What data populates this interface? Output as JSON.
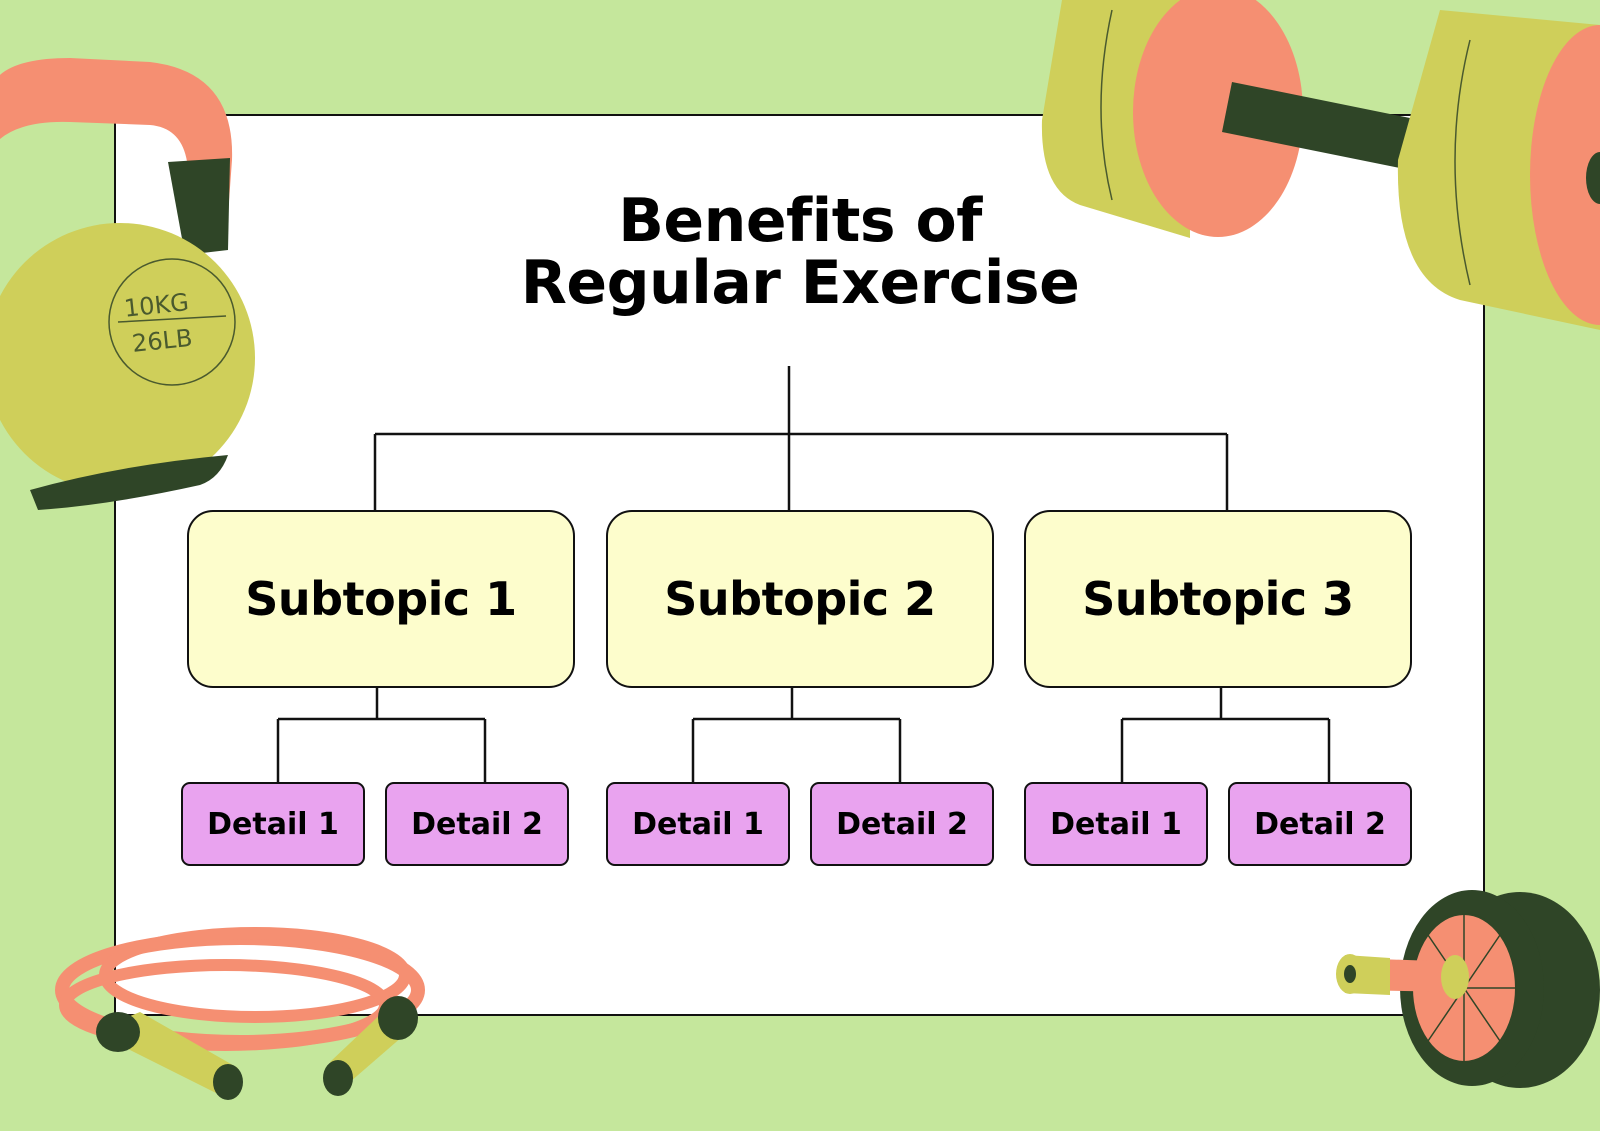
{
  "title": {
    "line1": "Benefits of",
    "line2": "Regular Exercise"
  },
  "subtopics": [
    {
      "label": "Subtopic 1",
      "details": [
        "Detail 1",
        "Detail 2"
      ]
    },
    {
      "label": "Subtopic 2",
      "details": [
        "Detail 1",
        "Detail 2"
      ]
    },
    {
      "label": "Subtopic 3",
      "details": [
        "Detail 1",
        "Detail 2"
      ]
    }
  ],
  "decorations": {
    "kettlebell_text_1": "10KG",
    "kettlebell_text_2": "26LB",
    "icons": [
      "kettlebell-icon",
      "dumbbell-icon",
      "jump-rope-icon",
      "ab-roller-icon"
    ]
  },
  "colors": {
    "background": "#c5e79c",
    "card": "#ffffff",
    "subtopic_fill": "#fdfdcc",
    "detail_fill": "#e9a3ef",
    "accent_olive": "#cfcf5a",
    "accent_salmon": "#f58f72",
    "accent_dark": "#2f4527"
  }
}
